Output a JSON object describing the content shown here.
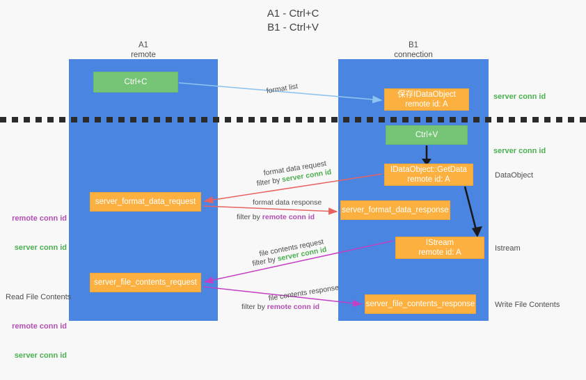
{
  "title": "A1 - Ctrl+C\nB1 - Ctrl+V",
  "columns": {
    "a": {
      "name": "A1",
      "role": "remote",
      "header": "A1\nremote"
    },
    "b": {
      "name": "B1",
      "role": "connection",
      "header": "B1\nconnection"
    }
  },
  "colors": {
    "lane": "#4a86e1",
    "node_green": "#76c576",
    "node_orange": "#fbb03f",
    "server_conn_id": "#4caf50",
    "remote_conn_id": "#b24fb2",
    "arrow_lightblue": "#8ec4ef",
    "arrow_red": "#e8635f",
    "arrow_magenta": "#c33fc3",
    "arrow_black": "#1a1a1a",
    "background": "#f8f8f8",
    "dashed_line": "#2b2b2b"
  },
  "nodes": {
    "ctrl_c": "Ctrl+C",
    "save_idataobject": "保存IDataObject\nremote id: A",
    "ctrl_v": "Ctrl+V",
    "getdata": "IDataObject::GetData\nremote id: A",
    "server_format_data_request": "server_format_data_request",
    "server_format_data_response": "server_format_data_response",
    "istream": "IStream\nremote id: A",
    "server_file_contents_request": "server_file_contents_request",
    "server_file_contents_response": "server_file_contents_response"
  },
  "edge_labels": {
    "format_list": "format list",
    "format_data_request": "format data request",
    "format_data_request_filter_prefix": "filter by ",
    "format_data_request_filter_key": "server conn id",
    "format_data_response": "format data response",
    "format_data_response_filter_prefix": "filter by ",
    "format_data_response_filter_key": "remote conn id",
    "file_contents_request": "file contents request",
    "file_contents_request_filter_prefix": "filter by ",
    "file_contents_request_filter_key": "server conn id",
    "file_contents_response": "file contents response",
    "file_contents_response_filter_prefix": "filter by ",
    "file_contents_response_filter_key": "remote conn id"
  },
  "side_labels": {
    "server_conn_id_top": "server conn id",
    "server_conn_id_mid": "server conn id",
    "dataobject": "DataObject",
    "istream": "Istream",
    "write_file_contents": "Write File Contents",
    "read_file_contents": "Read File Contents",
    "left_remote_conn_id": "remote conn id",
    "left_server_conn_id": "server conn id"
  }
}
